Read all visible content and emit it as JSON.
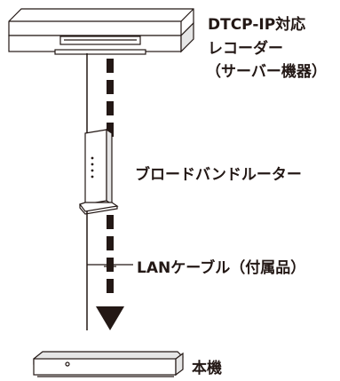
{
  "labels": {
    "recorder_line1": "DTCP-IP対応",
    "recorder_line2": "レコーダー",
    "recorder_line3": "（サーバー機器）",
    "router": "ブロードバンドルーター",
    "lan_cable": "LANケーブル（付属品）",
    "main_unit": "本機"
  },
  "colors": {
    "line": "#231815",
    "device_fill": "#ffffff",
    "device_shadow": "#d9d9d9"
  }
}
